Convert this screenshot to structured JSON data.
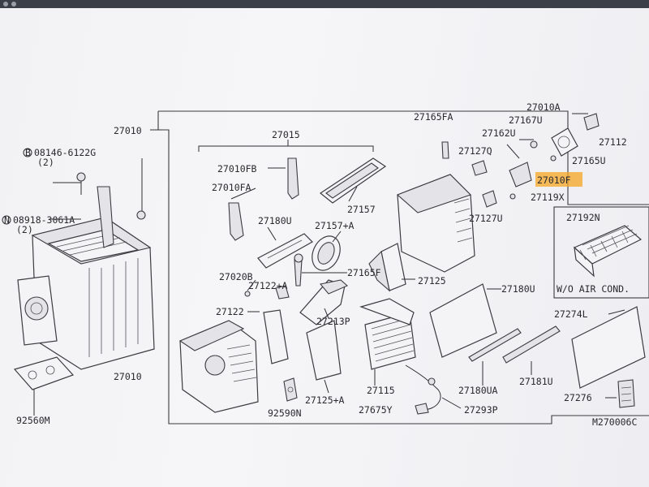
{
  "labels": {
    "l27010_main": "27010",
    "l08146": "08146-6122G",
    "l08146_qty": "(2)",
    "l08918": "08918-3061A",
    "l08918_qty": "(2)",
    "l27010_bottom": "27010",
    "l92560M": "92560M",
    "l27015": "27015",
    "l27010FB": "27010FB",
    "l27010FA": "27010FA",
    "l27157": "27157",
    "l27180U": "27180U",
    "l27157A": "27157+A",
    "l27165F": "27165F",
    "l27020B": "27020B",
    "l27122A": "27122+A",
    "l27122": "27122",
    "l27213P": "27213P",
    "l27125": "27125",
    "l27125A": "27125+A",
    "l92590N": "92590N",
    "l27115": "27115",
    "l27675Y": "27675Y",
    "l27293P": "27293P",
    "l27165FA": "27165FA",
    "l27010A": "27010A",
    "l27167U": "27167U",
    "l27162U": "27162U",
    "l27112": "27112",
    "l27127Q": "27127Q",
    "l27165U": "27165U",
    "l27010F": "27010F",
    "l27119X": "27119X",
    "l27127U": "27127U",
    "l27192N": "27192N",
    "l_wo_air": "W/O AIR COND.",
    "l27180": "27180U",
    "l27274L": "27274L",
    "l27180UA": "27180UA",
    "l27181U": "27181U",
    "l27276": "27276",
    "l_diag_id": "M270006C"
  },
  "colors": {
    "highlight": "#f5a623",
    "ink": "#2a2a2e",
    "paper": "#f3f3f5"
  }
}
